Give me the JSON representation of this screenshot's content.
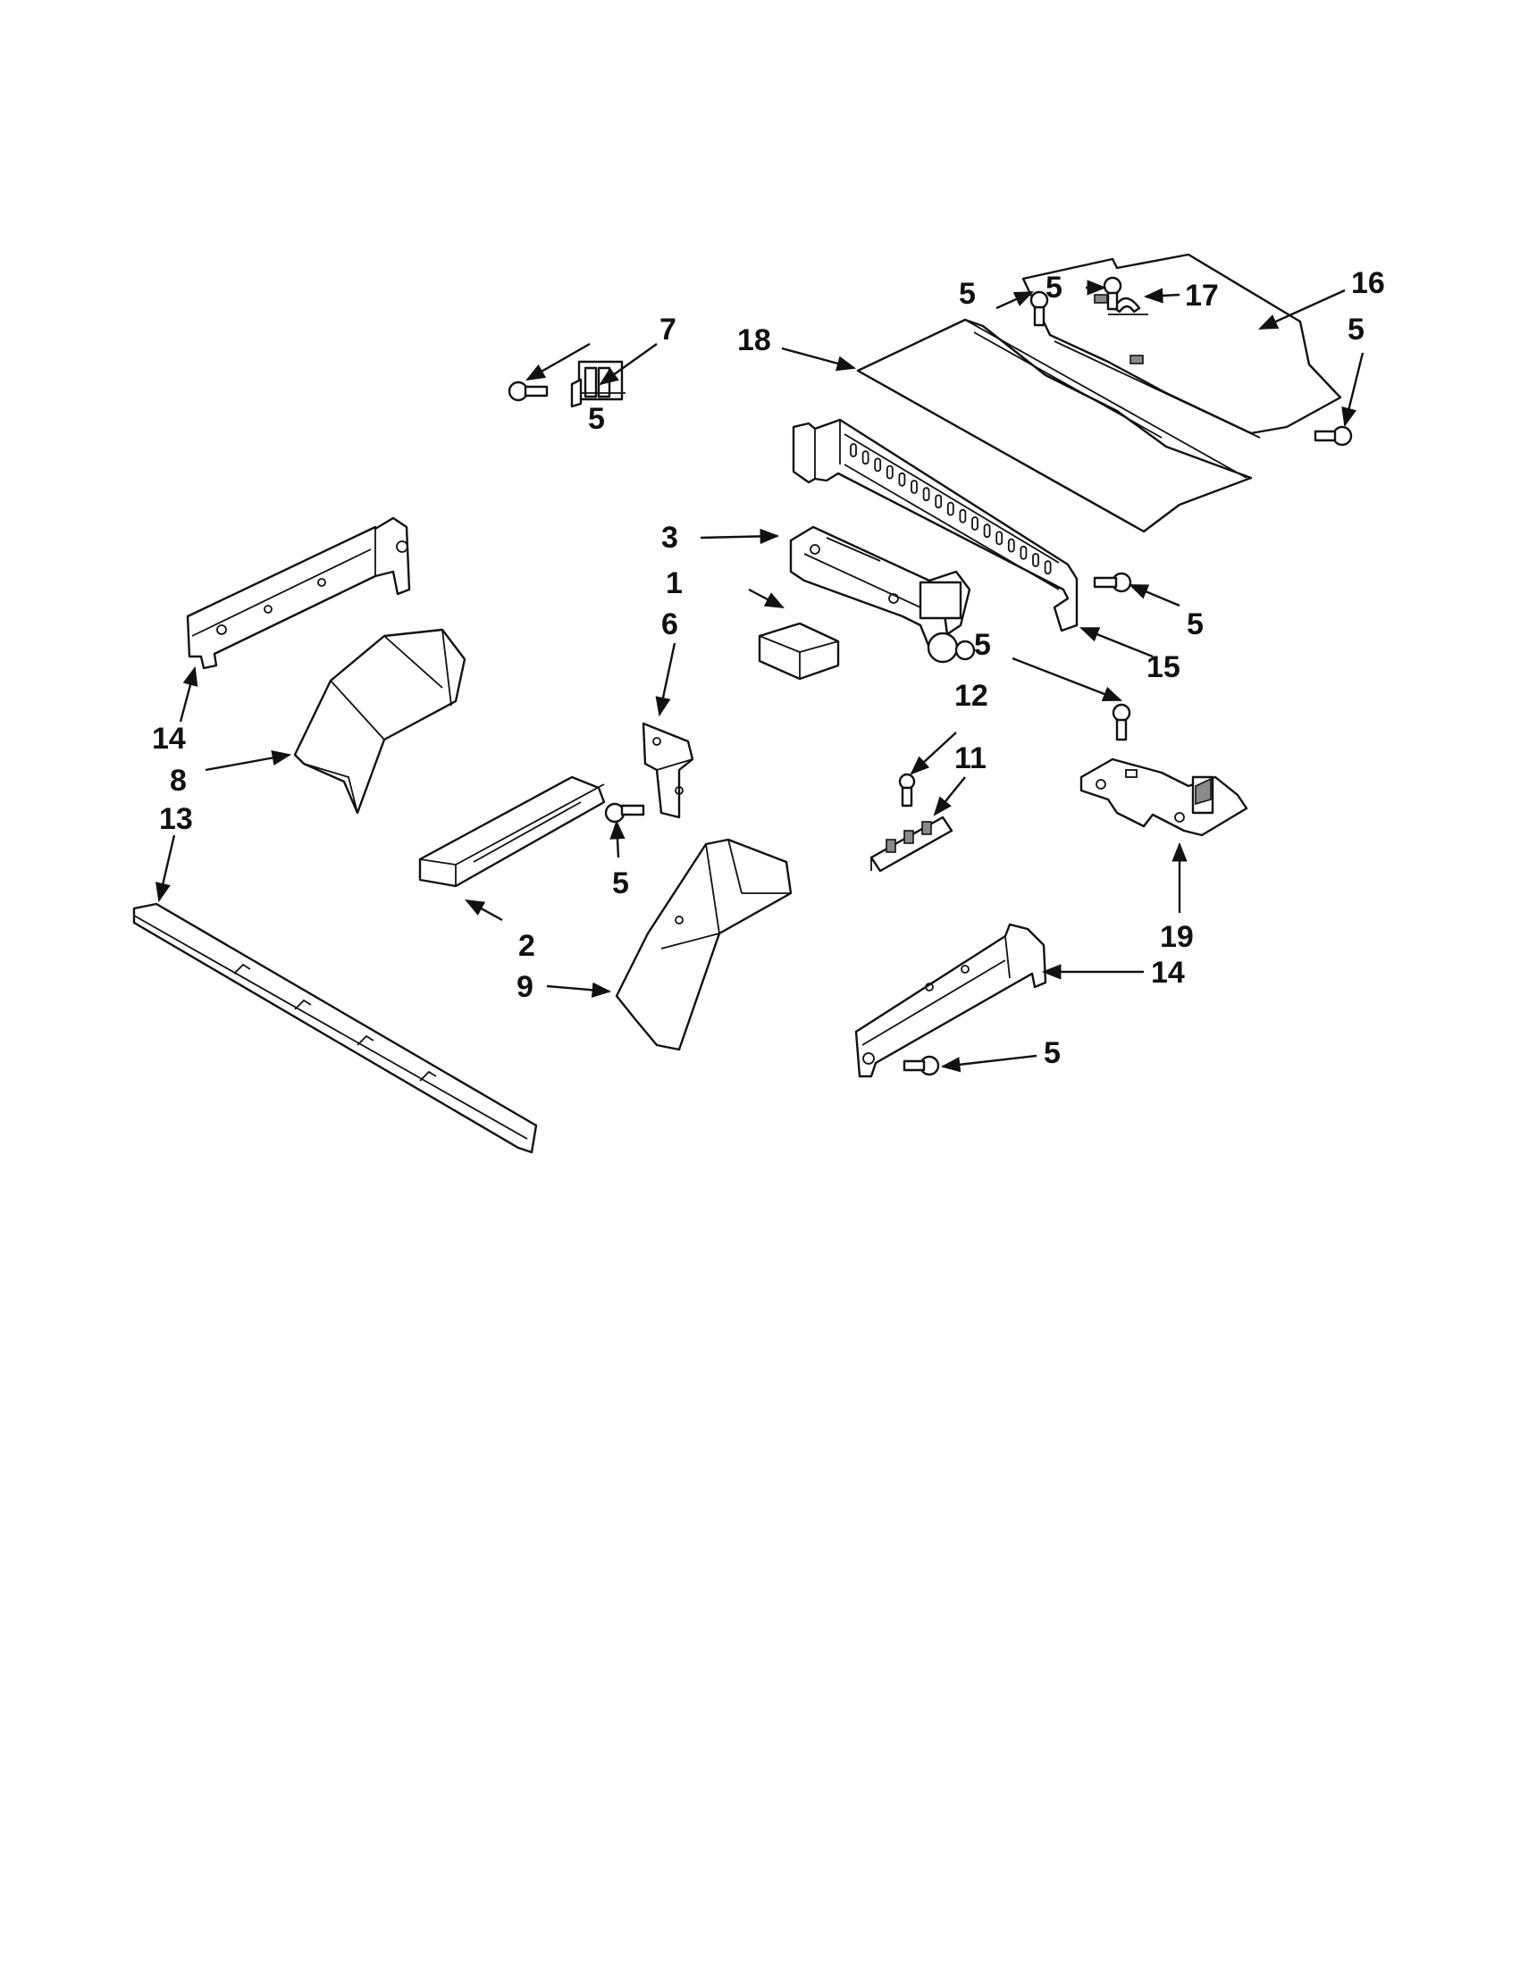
{
  "callouts": {
    "c1": "1",
    "c2": "2",
    "c3": "3",
    "c5a": "5",
    "c5b": "5",
    "c5c": "5",
    "c5d": "5",
    "c5e": "5",
    "c5f": "5",
    "c5g": "5",
    "c5h": "5",
    "c6": "6",
    "c7": "7",
    "c8": "8",
    "c9": "9",
    "c11": "11",
    "c12": "12",
    "c13": "13",
    "c14a": "14",
    "c14b": "14",
    "c15": "15",
    "c16": "16",
    "c17": "17",
    "c18": "18",
    "c19": "19"
  }
}
